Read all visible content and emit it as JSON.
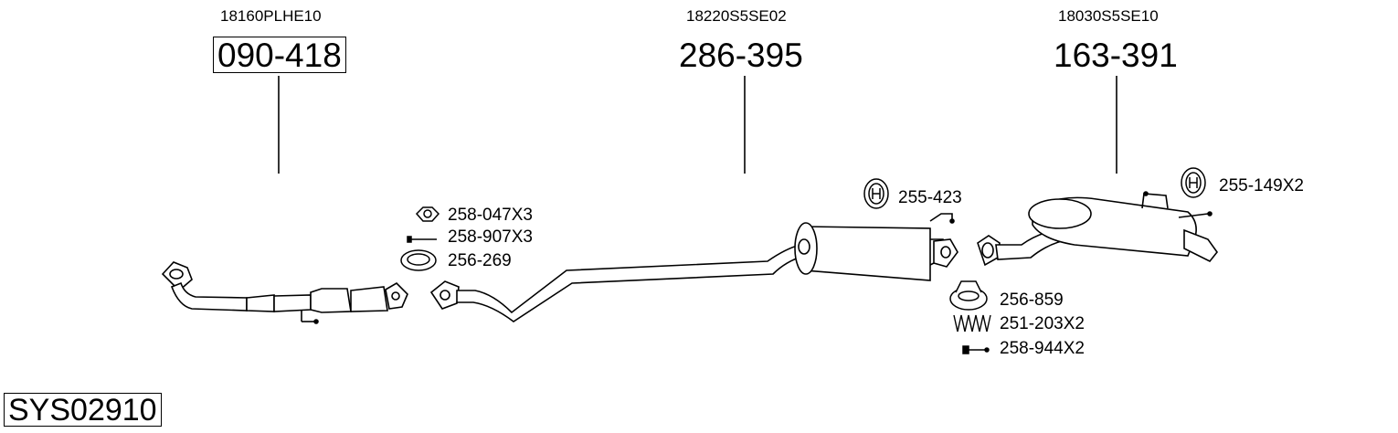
{
  "system_code": "SYS02910",
  "main_parts": [
    {
      "oem": "18160PLHE10",
      "number": "090-418",
      "boxed": true
    },
    {
      "oem": "18220S5SE02",
      "number": "286-395",
      "boxed": false
    },
    {
      "oem": "18030S5SE10",
      "number": "163-391",
      "boxed": false
    }
  ],
  "accessories": {
    "a1": "258-047X3",
    "a2": "258-907X3",
    "a3": "256-269",
    "a4": "255-423",
    "a5": "256-859",
    "a6": "251-203X2",
    "a7": "258-944X2",
    "a8": "255-149X2"
  }
}
